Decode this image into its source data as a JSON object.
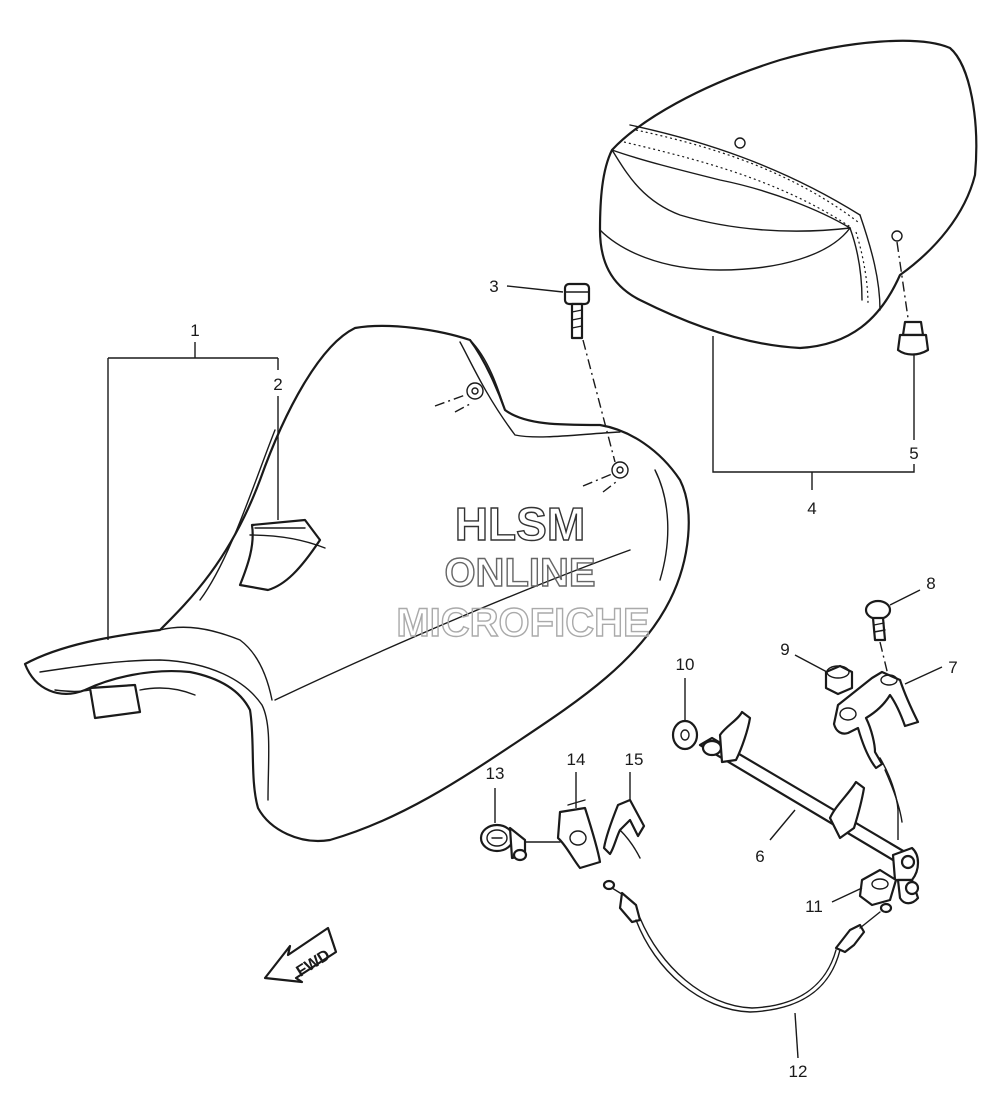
{
  "watermark": {
    "line1": "HLSM",
    "line2": "ONLINE",
    "line3": "MICROFICHE"
  },
  "fwd_label": "FWD",
  "callouts": {
    "c1": "1",
    "c2": "2",
    "c3": "3",
    "c4": "4",
    "c5": "5",
    "c6": "6",
    "c7": "7",
    "c8": "8",
    "c9": "9",
    "c10": "10",
    "c11": "11",
    "c12": "12",
    "c13": "13",
    "c14": "14",
    "c15": "15"
  }
}
